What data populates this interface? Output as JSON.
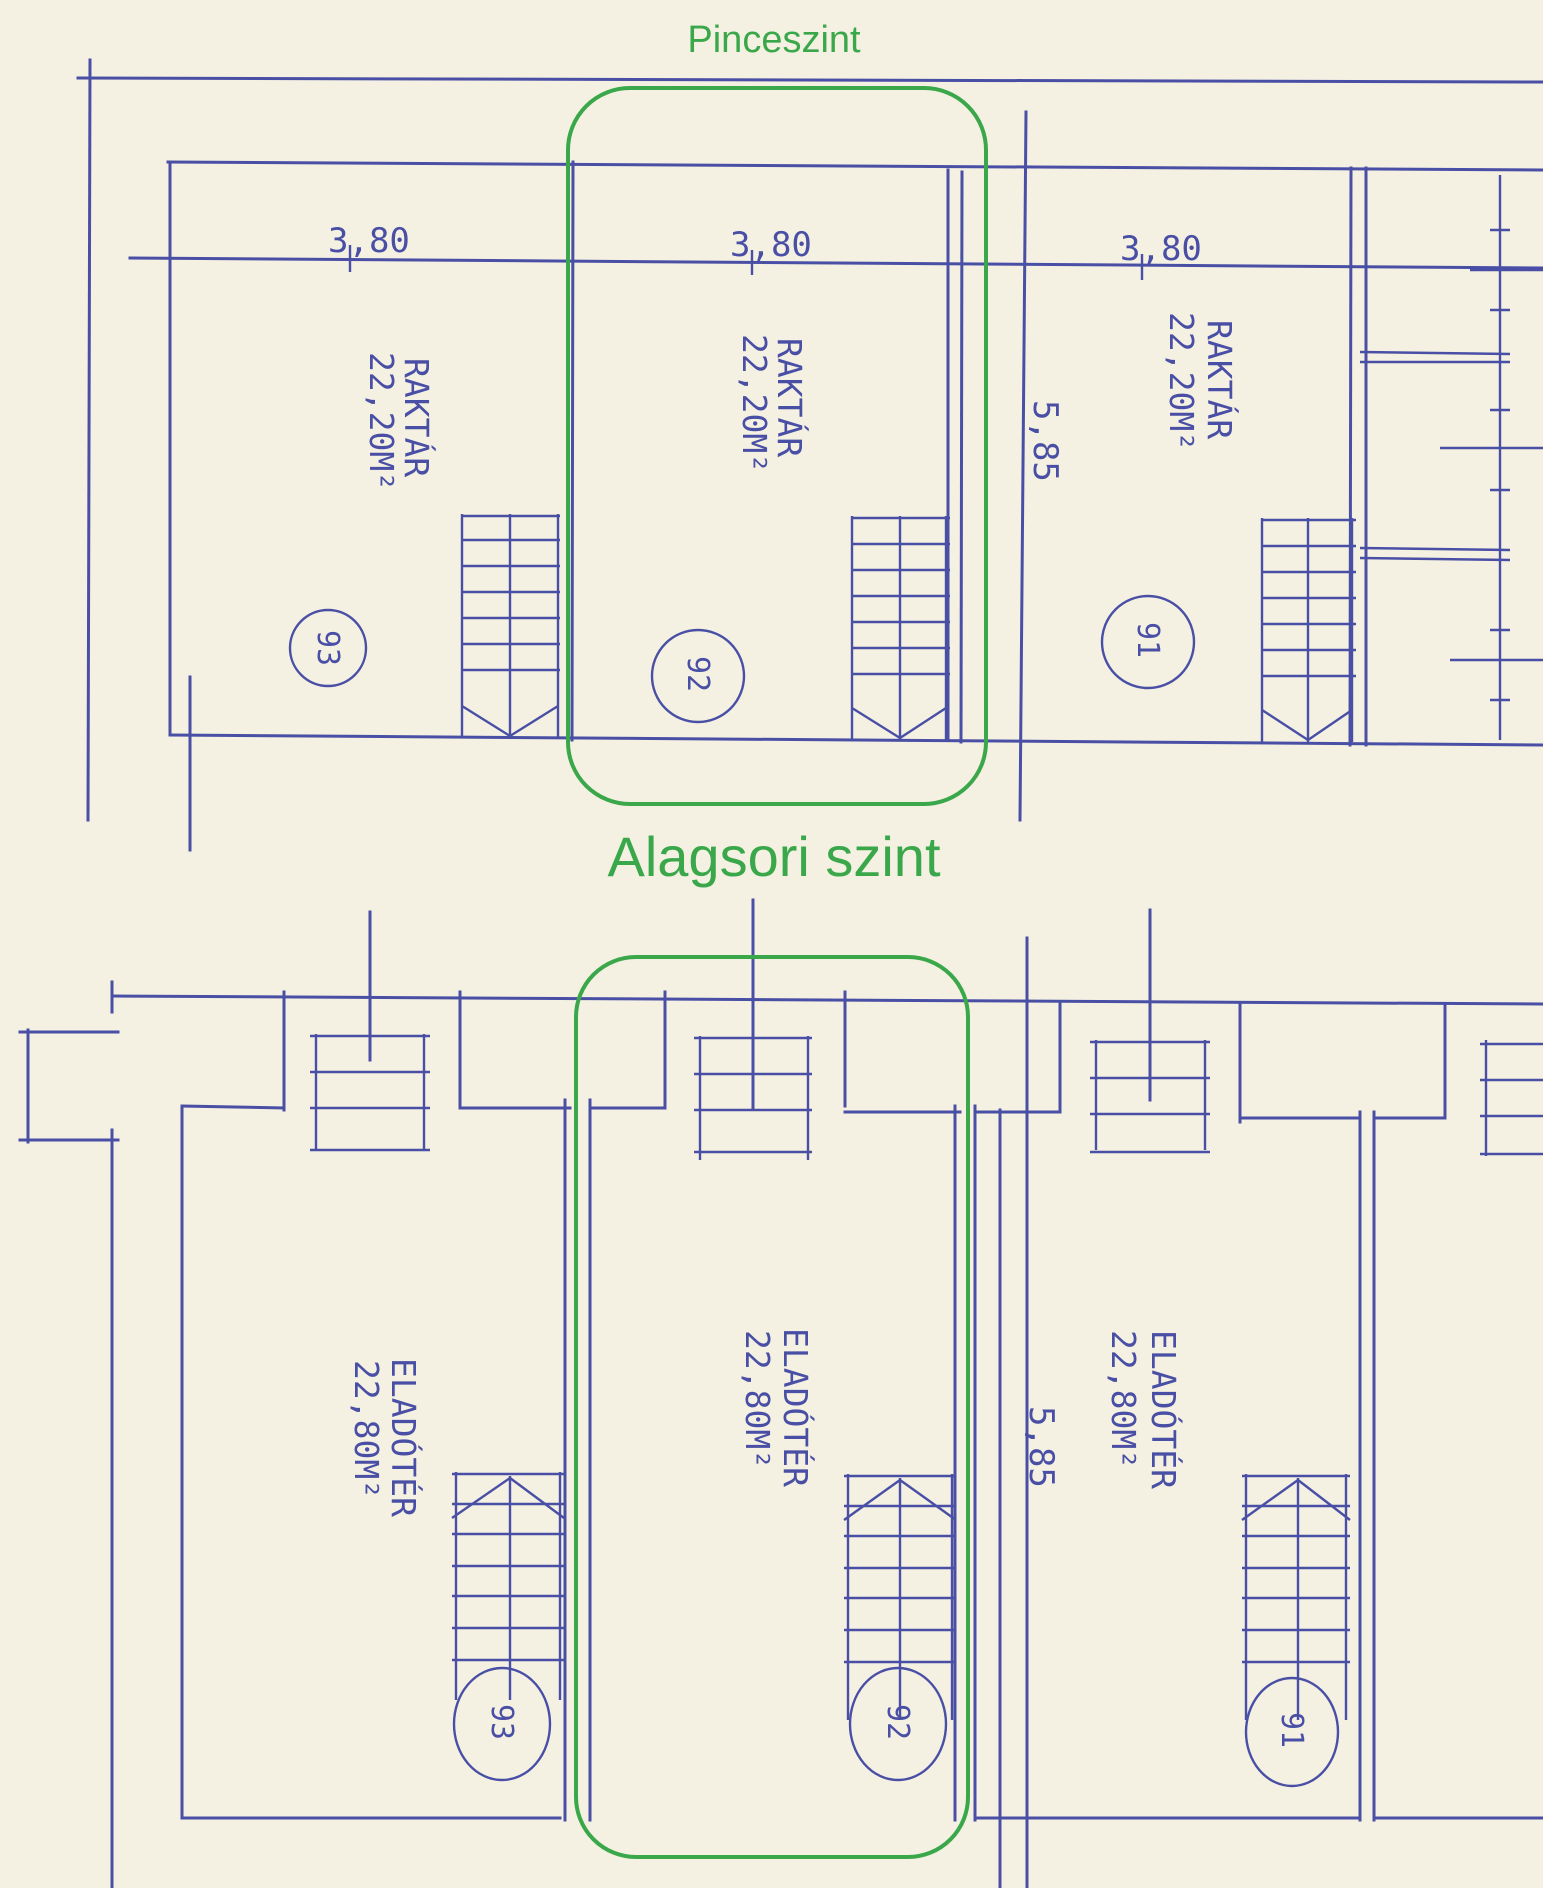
{
  "labels": {
    "top_level": "Pinceszint",
    "bottom_level": "Alagsori szint"
  },
  "top": {
    "dims": [
      "3,80",
      "3,80",
      "3,80",
      "5,85"
    ],
    "rooms": [
      {
        "name": "RAKTÁR",
        "area": "22,20M²",
        "number": "93"
      },
      {
        "name": "RAKTÁR",
        "area": "22,20M²",
        "number": "92"
      },
      {
        "name": "RAKTÁR",
        "area": "22,20M²",
        "number": "91"
      }
    ]
  },
  "bottom": {
    "dims": [
      "5,85"
    ],
    "rooms": [
      {
        "name": "ELADÓTÉR",
        "area": "22,80M²",
        "number": "93"
      },
      {
        "name": "ELADÓTÉR",
        "area": "22,80M²",
        "number": "92"
      },
      {
        "name": "ELADÓTÉR",
        "area": "22,80M²",
        "number": "91"
      }
    ]
  },
  "colors": {
    "ink": "#4a4fa6",
    "highlight": "#3aa84a",
    "paper": "#f4f1e2"
  }
}
